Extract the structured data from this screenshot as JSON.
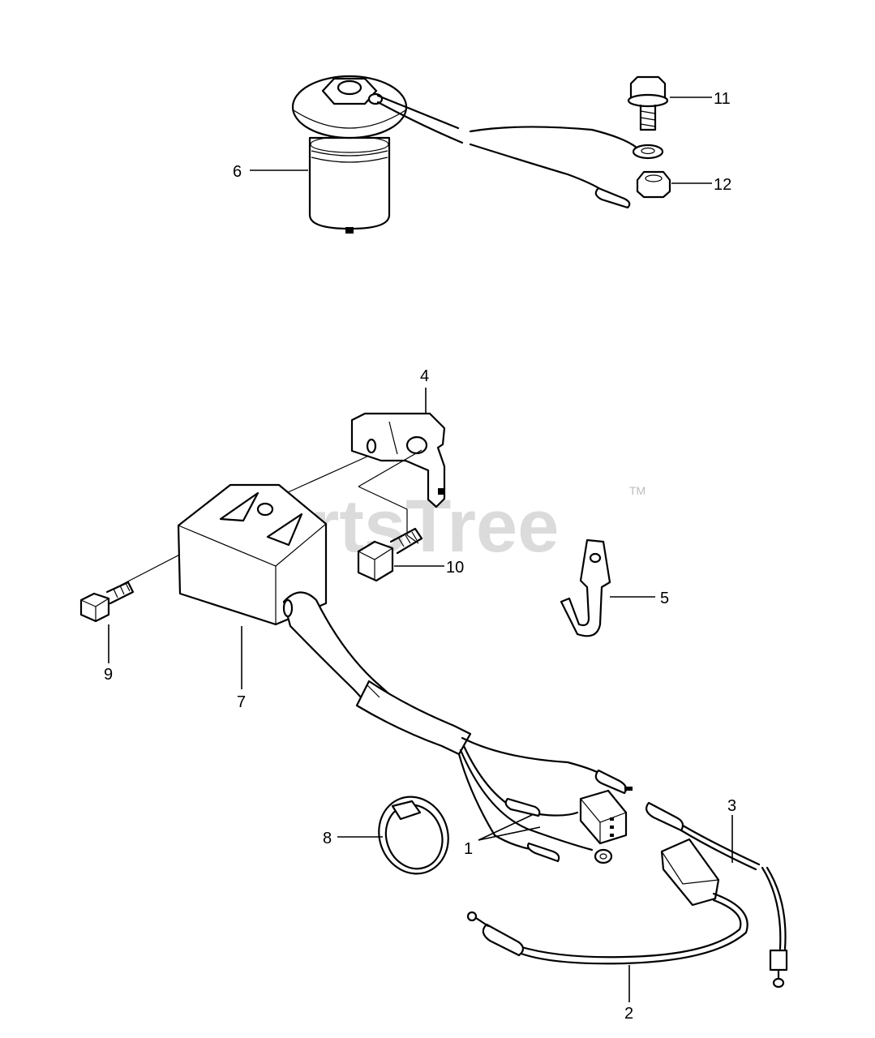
{
  "watermark": {
    "text": "PartsTree",
    "trademark": "TM"
  },
  "callouts": {
    "c1": "1",
    "c2": "2",
    "c3": "3",
    "c4": "4",
    "c5": "5",
    "c6": "6",
    "c7": "7",
    "c8": "8",
    "c9": "9",
    "c10": "10",
    "c11": "11",
    "c12": "12"
  },
  "colors": {
    "line": "#000000",
    "background": "#ffffff",
    "watermark": "#cfcfcf"
  }
}
